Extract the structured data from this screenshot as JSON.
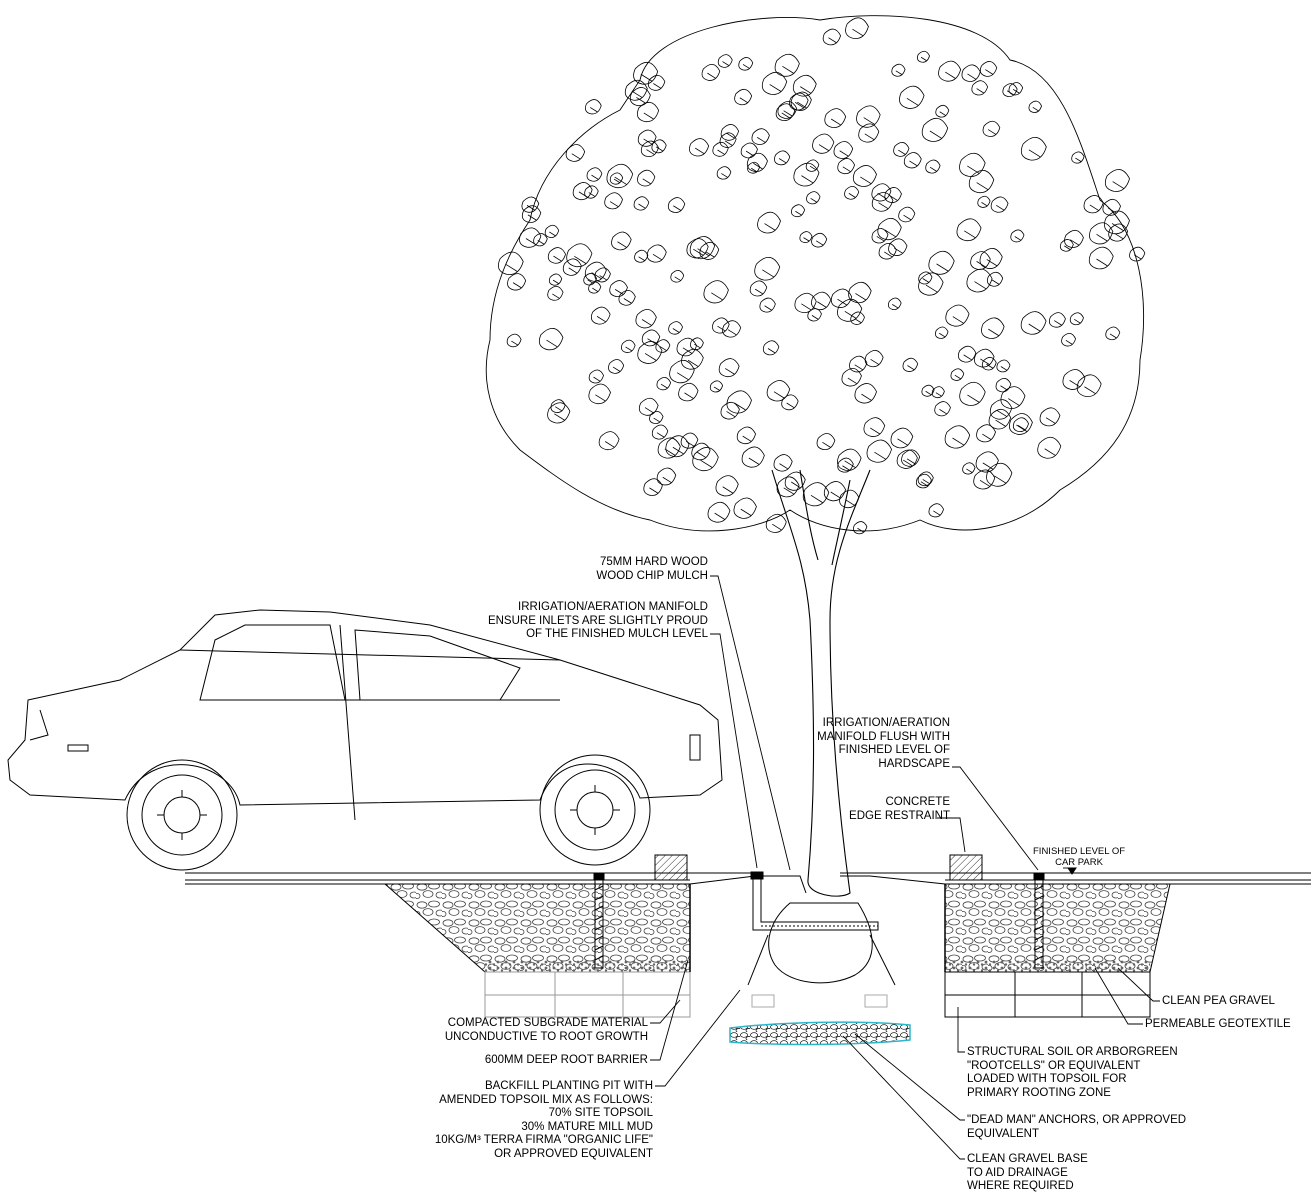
{
  "labels": {
    "mulch": "75MM HARD WOOD\nWOOD CHIP MULCH",
    "manifold_inlet": "IRRIGATION/AERATION MANIFOLD\nENSURE INLETS ARE SLIGHTLY PROUD\nOF THE FINISHED MULCH LEVEL",
    "manifold_flush": "IRRIGATION/AERATION\nMANIFOLD FLUSH WITH\nFINISHED LEVEL OF\nHARDSCAPE",
    "concrete_edge": "CONCRETE\nEDGE RESTRAINT",
    "finished_level": "FINISHED LEVEL OF\nCAR PARK",
    "pea_gravel": "CLEAN PEA GRAVEL",
    "geotextile": "PERMEABLE GEOTEXTILE",
    "structural_soil": "STRUCTURAL SOIL OR ARBORGREEN\n\"ROOTCELLS\" OR EQUIVALENT\nLOADED WITH TOPSOIL FOR\nPRIMARY ROOTING ZONE",
    "dead_man": "\"DEAD MAN\" ANCHORS, OR APPROVED\nEQUIVALENT",
    "gravel_base": "CLEAN GRAVEL BASE\nTO AID DRAINAGE\nWHERE REQUIRED",
    "subgrade": "COMPACTED SUBGRADE MATERIAL\nUNCONDUCTIVE TO ROOT GROWTH",
    "root_barrier": "600MM DEEP ROOT BARRIER",
    "backfill": "BACKFILL PLANTING PIT WITH\nAMENDED TOPSOIL MIX AS FOLLOWS:\n70% SITE TOPSOIL\n30% MATURE MILL MUD\n10kg/m³ TERRA FIRMA \"ORGANIC LIFE\"\nOR APPROVED EQUIVALENT"
  }
}
